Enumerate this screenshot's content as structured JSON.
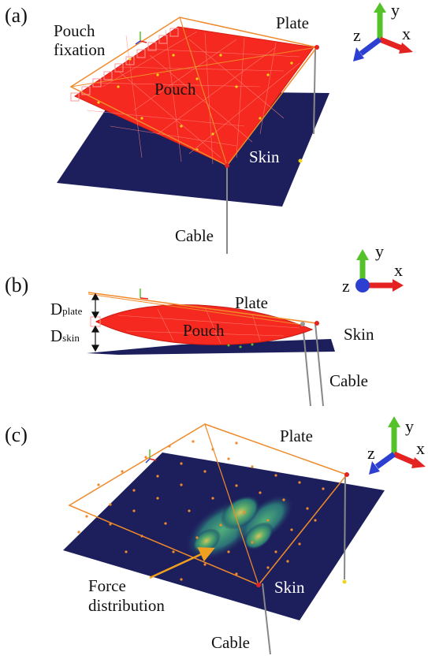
{
  "panels": [
    {
      "id": "a",
      "label": "(a)",
      "annotations": {
        "plate": "Plate",
        "pouch": "Pouch",
        "pouch_fixation_line1": "Pouch",
        "pouch_fixation_line2": "fixation",
        "skin": "Skin",
        "cable": "Cable"
      },
      "axes": {
        "x": "x",
        "y": "y",
        "z": "z"
      }
    },
    {
      "id": "b",
      "label": "(b)",
      "annotations": {
        "plate": "Plate",
        "pouch": "Pouch",
        "skin": "Skin",
        "cable": "Cable",
        "d_plate_main": "D",
        "d_plate_sub": "plate",
        "d_skin_main": "D",
        "d_skin_sub": "skin"
      },
      "axes": {
        "x": "x",
        "y": "y",
        "z": "z"
      }
    },
    {
      "id": "c",
      "label": "(c)",
      "annotations": {
        "plate": "Plate",
        "skin": "Skin",
        "cable": "Cable",
        "force_line1": "Force",
        "force_line2": "distribution"
      },
      "axes": {
        "x": "x",
        "y": "y",
        "z": "z"
      }
    }
  ],
  "colors": {
    "pouch_red": "#f5291f",
    "skin_navy": "#1d1e5c",
    "plate_orange": "#f08a2a",
    "axis_y_green": "#55c22a",
    "axis_x_red": "#e52222",
    "axis_z_blue": "#2d3fd0",
    "cable_gray": "#888888"
  }
}
